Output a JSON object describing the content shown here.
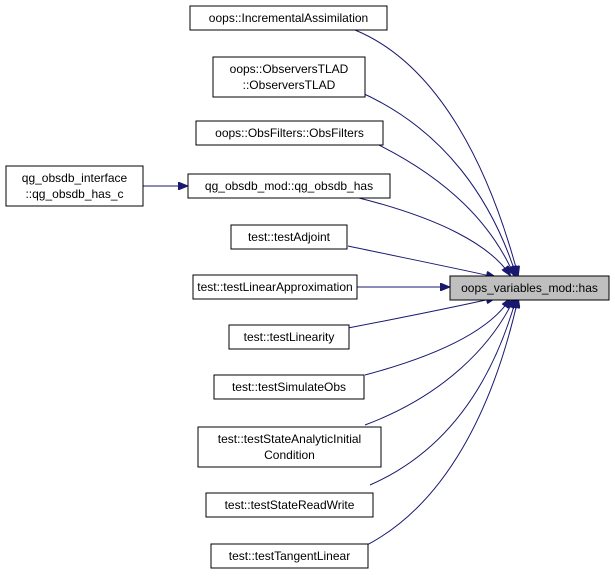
{
  "colors": {
    "edge": "#191970",
    "node_fill": "#ffffff",
    "focus_fill": "#bfbfbf",
    "border": "#000000"
  },
  "nodes": [
    {
      "id": "n1",
      "lines": [
        "oops::IncrementalAssimilation"
      ]
    },
    {
      "id": "n2",
      "lines": [
        "oops::ObserversTLAD",
        "::ObserversTLAD"
      ]
    },
    {
      "id": "n3",
      "lines": [
        "oops::ObsFilters::ObsFilters"
      ]
    },
    {
      "id": "n4",
      "lines": [
        "qg_obsdb_mod::qg_obsdb_has"
      ]
    },
    {
      "id": "n5",
      "lines": [
        "test::testAdjoint"
      ]
    },
    {
      "id": "n6",
      "lines": [
        "test::testLinearApproximation"
      ]
    },
    {
      "id": "n7",
      "lines": [
        "test::testLinearity"
      ]
    },
    {
      "id": "n8",
      "lines": [
        "test::testSimulateObs"
      ]
    },
    {
      "id": "n9",
      "lines": [
        "test::testStateAnalyticInitial",
        "Condition"
      ]
    },
    {
      "id": "n10",
      "lines": [
        "test::testStateReadWrite"
      ]
    },
    {
      "id": "n11",
      "lines": [
        "test::testTangentLinear"
      ]
    },
    {
      "id": "n12",
      "lines": [
        "qg_obsdb_interface",
        "::qg_obsdb_has_c"
      ]
    },
    {
      "id": "focus",
      "lines": [
        "oops_variables_mod::has"
      ]
    }
  ],
  "edges": [
    {
      "from": "n1",
      "to": "focus"
    },
    {
      "from": "n2",
      "to": "focus"
    },
    {
      "from": "n3",
      "to": "focus"
    },
    {
      "from": "n4",
      "to": "focus"
    },
    {
      "from": "n5",
      "to": "focus"
    },
    {
      "from": "n6",
      "to": "focus"
    },
    {
      "from": "n7",
      "to": "focus"
    },
    {
      "from": "n8",
      "to": "focus"
    },
    {
      "from": "n9",
      "to": "focus"
    },
    {
      "from": "n10",
      "to": "focus"
    },
    {
      "from": "n11",
      "to": "focus"
    },
    {
      "from": "n12",
      "to": "n4"
    }
  ]
}
